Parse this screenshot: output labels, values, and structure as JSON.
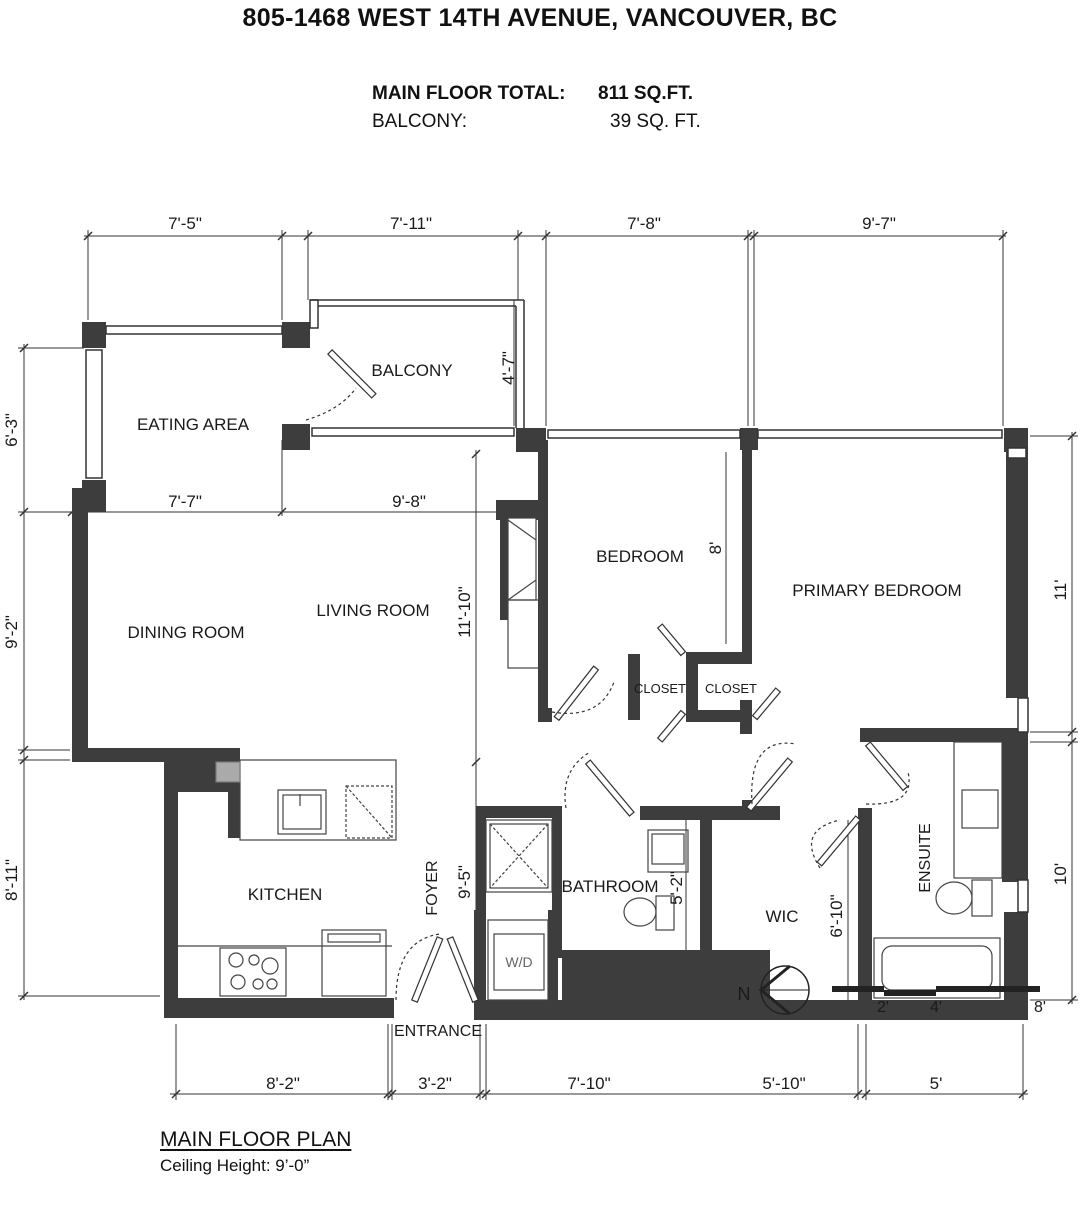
{
  "header": {
    "title": "805-1468 WEST 14TH AVENUE, VANCOUVER, BC",
    "main_floor_label": "MAIN FLOOR TOTAL:",
    "main_floor_value": "811 SQ.FT.",
    "balcony_label": "BALCONY:",
    "balcony_value": "39 SQ. FT."
  },
  "rooms": {
    "balcony": "BALCONY",
    "eating_area": "EATING AREA",
    "dining_room": "DINING ROOM",
    "living_room": "LIVING ROOM",
    "bedroom": "BEDROOM",
    "primary_bedroom": "PRIMARY BEDROOM",
    "closet_1": "CLOSET",
    "closet_2": "CLOSET",
    "kitchen": "KITCHEN",
    "foyer": "FOYER",
    "bathroom": "BATHROOM",
    "wic": "WIC",
    "ensuite": "ENSUITE",
    "entrance": "ENTRANCE",
    "wd": "W/D"
  },
  "dimensions": {
    "top_1": "7'-5\"",
    "top_2": "7'-11\"",
    "top_3": "7'-8\"",
    "top_4": "9'-7\"",
    "balcony_depth": "4'-7\"",
    "eating_height": "6'-3\"",
    "eating_width": "7'-7\"",
    "living_width": "9'-8\"",
    "dining_height": "9'-2\"",
    "living_depth": "11'-10\"",
    "bedroom_depth": "8'",
    "primary_height": "11'",
    "kitchen_height": "8'-11\"",
    "foyer_depth": "9'-5\"",
    "bath_depth": "5'-2\"",
    "wic_depth": "6'-10\"",
    "ensuite_height": "10'",
    "bottom_1": "8'-2\"",
    "bottom_2": "3'-2\"",
    "bottom_3": "7'-10\"",
    "bottom_4": "5'-10\"",
    "bottom_5": "5'"
  },
  "footer": {
    "plan_title": "MAIN FLOOR PLAN",
    "ceiling": "Ceiling Height: 9’-0”",
    "north": "N",
    "scale_2": "2'",
    "scale_4": "4'",
    "scale_8": "8'"
  },
  "colors": {
    "wall": "#3d3d3d",
    "line": "#222222"
  }
}
